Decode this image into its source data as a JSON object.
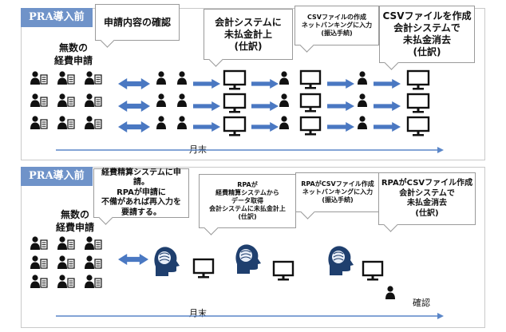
{
  "before": {
    "tag": "PRA導入前",
    "many_requests": [
      "無数の",
      "経費申請"
    ],
    "steps": [
      {
        "lines": [
          "申請内容の確認"
        ]
      },
      {
        "lines": [
          "会計システムに",
          "未払金計上",
          "(仕訳)"
        ]
      },
      {
        "lines": [
          "CSVファイルの作成",
          "ネットバンキングに入力",
          "(振込手続)"
        ]
      },
      {
        "lines": [
          "CSVファイルを作成",
          "会計システムで",
          "未払金消去",
          "(仕訳)"
        ]
      }
    ],
    "timeline": "月末"
  },
  "after": {
    "tag": "PRA導入前",
    "many_requests": [
      "無数の",
      "経費申請"
    ],
    "steps": [
      {
        "lines": [
          "経費精算システムに申請。",
          "RPAが申請に",
          "不備があれば再入力を",
          "要請する。"
        ]
      },
      {
        "lines": [
          "RPAが",
          "経費精算システムから",
          "データ取得",
          "会計システムに未払金計上",
          "(仕訳)"
        ]
      },
      {
        "lines": [
          "RPAがCSVファイル作成",
          "ネットバンキングに入力",
          "(振込手続)"
        ]
      },
      {
        "lines": [
          "RPAがCSVファイル作成",
          "会計システムで",
          "未払金消去",
          "(仕訳)"
        ]
      }
    ],
    "confirm": "確認",
    "timeline": "月末"
  },
  "colors": {
    "tag_bg": "#6f93c9",
    "arrow_blue": "#4a78c2",
    "timeline_blue": "#5a86c8",
    "person": "#111111",
    "document": "#ffffff"
  },
  "icons": [
    "person-with-document-icon",
    "person-icon",
    "monitor-icon",
    "brain-head-icon",
    "double-arrow-icon",
    "right-arrow-icon"
  ]
}
